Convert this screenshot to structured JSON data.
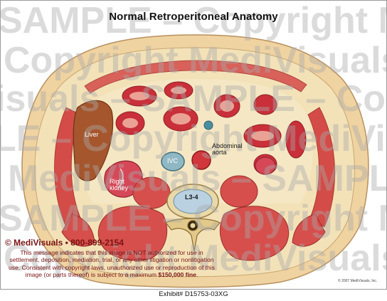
{
  "title": "Normal Retroperitoneal Anatomy",
  "watermark": {
    "lines": [
      "SAMPLE – Copyright M",
      "Copyright MediVisuals",
      "isuals – SAMPLE – Copy",
      "LE – Copyright MediVis",
      "MediVisuals – SAMPLE",
      "SAMPLE – Copyright M",
      "Copyright MediVisuals"
    ]
  },
  "labels": {
    "liver": "Liver",
    "ivc": "IVC",
    "abdominal_aorta": "Abdominal\naorta",
    "right_kidney": "Right\nkidney",
    "vertebra": "L3-4",
    "copyright": "© 2007 MediVisuals, Inc."
  },
  "notice": {
    "logo_text": "© MediVisuals",
    "bullet": "•",
    "phone": "800-899-2154",
    "message_before": "This message indicates that this image is NOT authorized for use in settlement, deposition, mediation, trial, or any other litigation or nonlitigation use.  Consistent with copyright laws, unauthorized use or reproduction of this image (or parts thereof) is subject to a maximum ",
    "fine": "$150,000 fine",
    "message_after": "."
  },
  "exhibit": "Exhibit# D15753-03XG",
  "colors": {
    "skin": "#efd3a0",
    "fat": "#f3e0b2",
    "muscle": "#d64f4c",
    "bowel": "#c9303a",
    "liver": "#a5562d",
    "ivc": "#8fb8c4",
    "bone": "#ead9a8",
    "notice_red": "#7a1313"
  }
}
